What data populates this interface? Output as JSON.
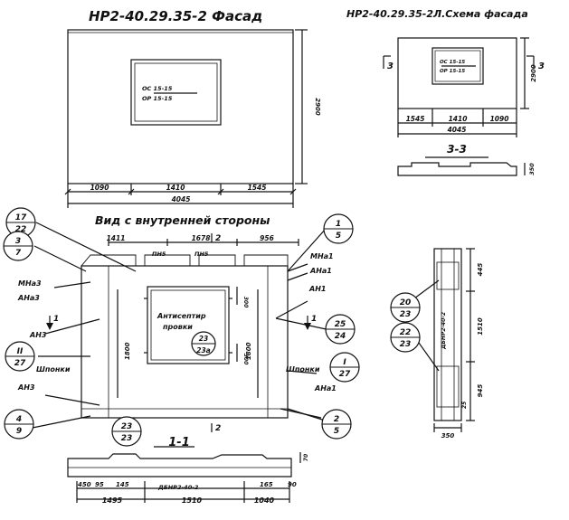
{
  "titles": {
    "facade": "НР2-40.29.35-2 Фасад",
    "scheme": "НР2-40.29.35-2Л.Схема фасада",
    "inner_view": "Вид с внутренней стороны"
  },
  "facade": {
    "window_top": "ОС 15-15",
    "window_bottom": "ОР 15-15",
    "height": "2900",
    "dims": [
      "1090",
      "1410",
      "1545"
    ],
    "total": "4045"
  },
  "scheme": {
    "window_top": "ОС 15-15",
    "window_bottom": "ОР 15-15",
    "height": "2900",
    "dims": [
      "1545",
      "1410",
      "1090"
    ],
    "total": "4045",
    "cut_left": "3",
    "cut_right": "3",
    "section_label": "3-3",
    "section_dim": "350"
  },
  "inner": {
    "top_dims": [
      "1411",
      "1678",
      "956"
    ],
    "cut_top": "2",
    "cut_bottom": "2",
    "cut_left": "1",
    "cut_right": "1",
    "pn_left": "ПН5",
    "pn_right": "ПН5",
    "label_mna3": "МНа3",
    "label_ana3": "АНа3",
    "label_an3_a": "АН3",
    "label_an3_b": "АН3",
    "label_mna1": "МНа1",
    "label_ana1_a": "АНа1",
    "label_an1": "АН1",
    "label_ana1_b": "АНа1",
    "shponki_left": "Шпонки",
    "shponki_right": "Шпонки",
    "antiseptic_1": "Антисептир",
    "antiseptic_2": "провки",
    "v1800_left": "1800",
    "v1800_right": "1800",
    "v300_a": "300",
    "v300_b": "300"
  },
  "callouts": [
    {
      "top": "17",
      "bottom": "22"
    },
    {
      "top": "3",
      "bottom": "7"
    },
    {
      "top": "II",
      "bottom": "27"
    },
    {
      "top": "4",
      "bottom": "9"
    },
    {
      "top": "1",
      "bottom": "5"
    },
    {
      "top": "25",
      "bottom": "24"
    },
    {
      "top": "I",
      "bottom": "27"
    },
    {
      "top": "2",
      "bottom": "5"
    },
    {
      "top": "23",
      "bottom": "23а"
    },
    {
      "top": "23",
      "bottom": "23"
    },
    {
      "top": "20",
      "bottom": "23"
    },
    {
      "top": "22",
      "bottom": "23"
    }
  ],
  "section11": {
    "label": "1-1",
    "block": "ДБНР2-40-2",
    "dims_top": [
      "450",
      "95",
      "145",
      "165",
      "90"
    ],
    "dims_bottom": [
      "1495",
      "1510",
      "1040"
    ],
    "v_dim": "70"
  },
  "section22": {
    "block": "ДБНР2-40-2",
    "dims": [
      "445",
      "1510",
      "945"
    ],
    "small": "25",
    "width": "350"
  }
}
